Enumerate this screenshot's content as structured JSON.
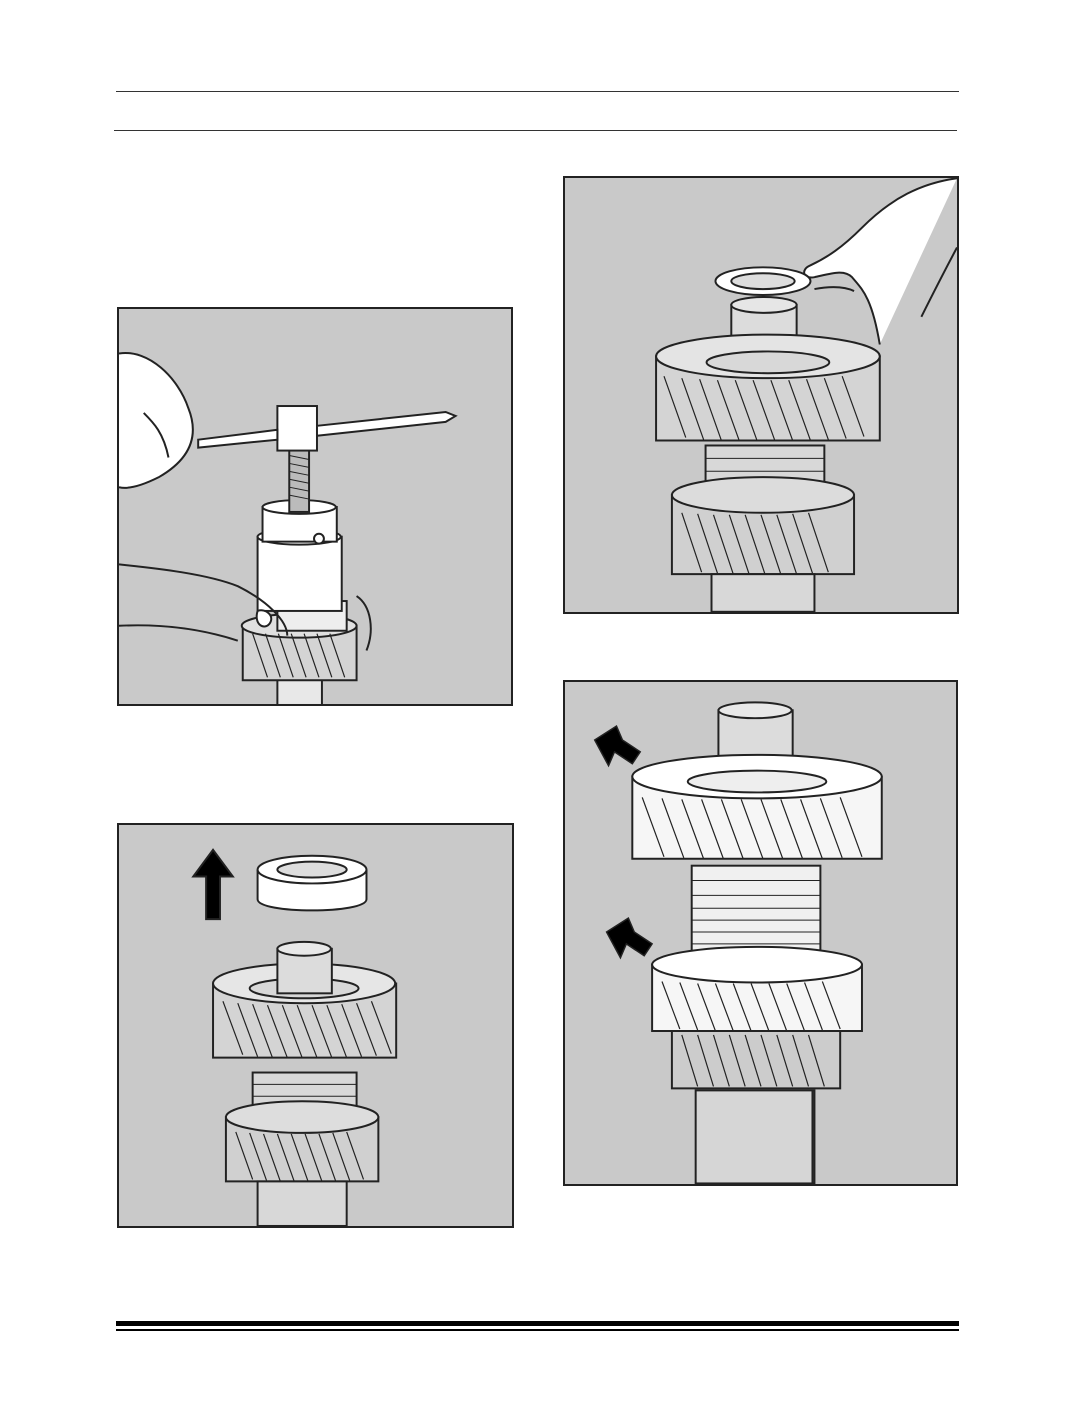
{
  "page": {
    "background": "#ffffff",
    "panel_background": "#c9c9c9",
    "line_color": "#222222"
  },
  "figures": [
    {
      "id": "fig-puller-removing-gear",
      "icon": "bearing-puller-illustration"
    },
    {
      "id": "fig-bearing-lifted-off",
      "icon": "bearing-removal-up-arrow-illustration"
    },
    {
      "id": "fig-thrust-washer-placed",
      "icon": "washer-install-hand-illustration"
    },
    {
      "id": "fig-gears-indicated",
      "icon": "gear-pair-arrows-illustration"
    }
  ]
}
